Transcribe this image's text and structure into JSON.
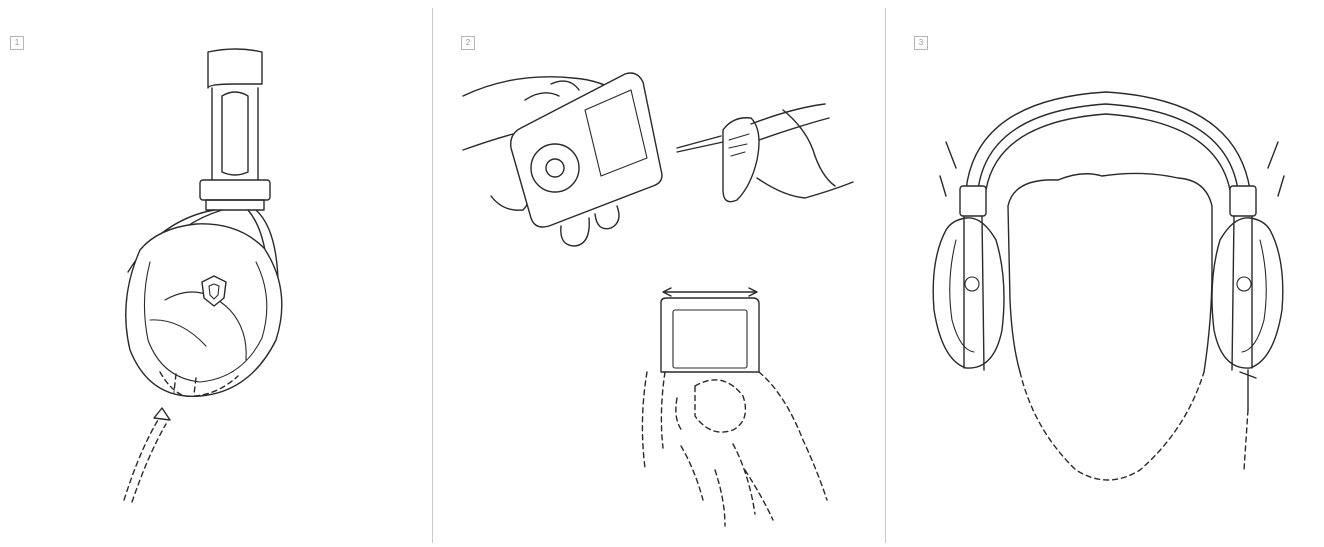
{
  "steps": [
    {
      "badge": "1"
    },
    {
      "badge": "2"
    },
    {
      "badge": "3"
    }
  ]
}
